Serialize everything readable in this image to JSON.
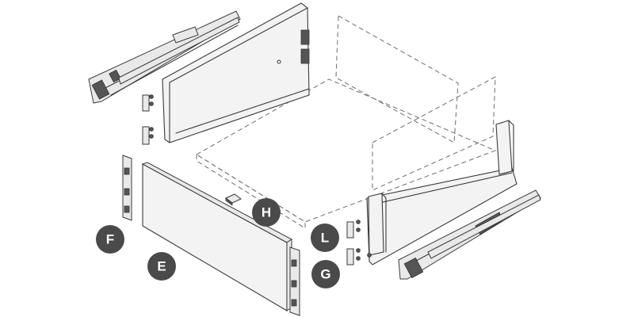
{
  "diagram": {
    "colors": {
      "background": "#ffffff",
      "callout_fill": "#4a4a4a",
      "callout_text": "#ffffff",
      "line": "#3a3a3a",
      "dashed": "#7a7a7a"
    },
    "callouts": {
      "F": "F",
      "E": "E",
      "H": "H",
      "L": "L",
      "G": "G"
    }
  }
}
